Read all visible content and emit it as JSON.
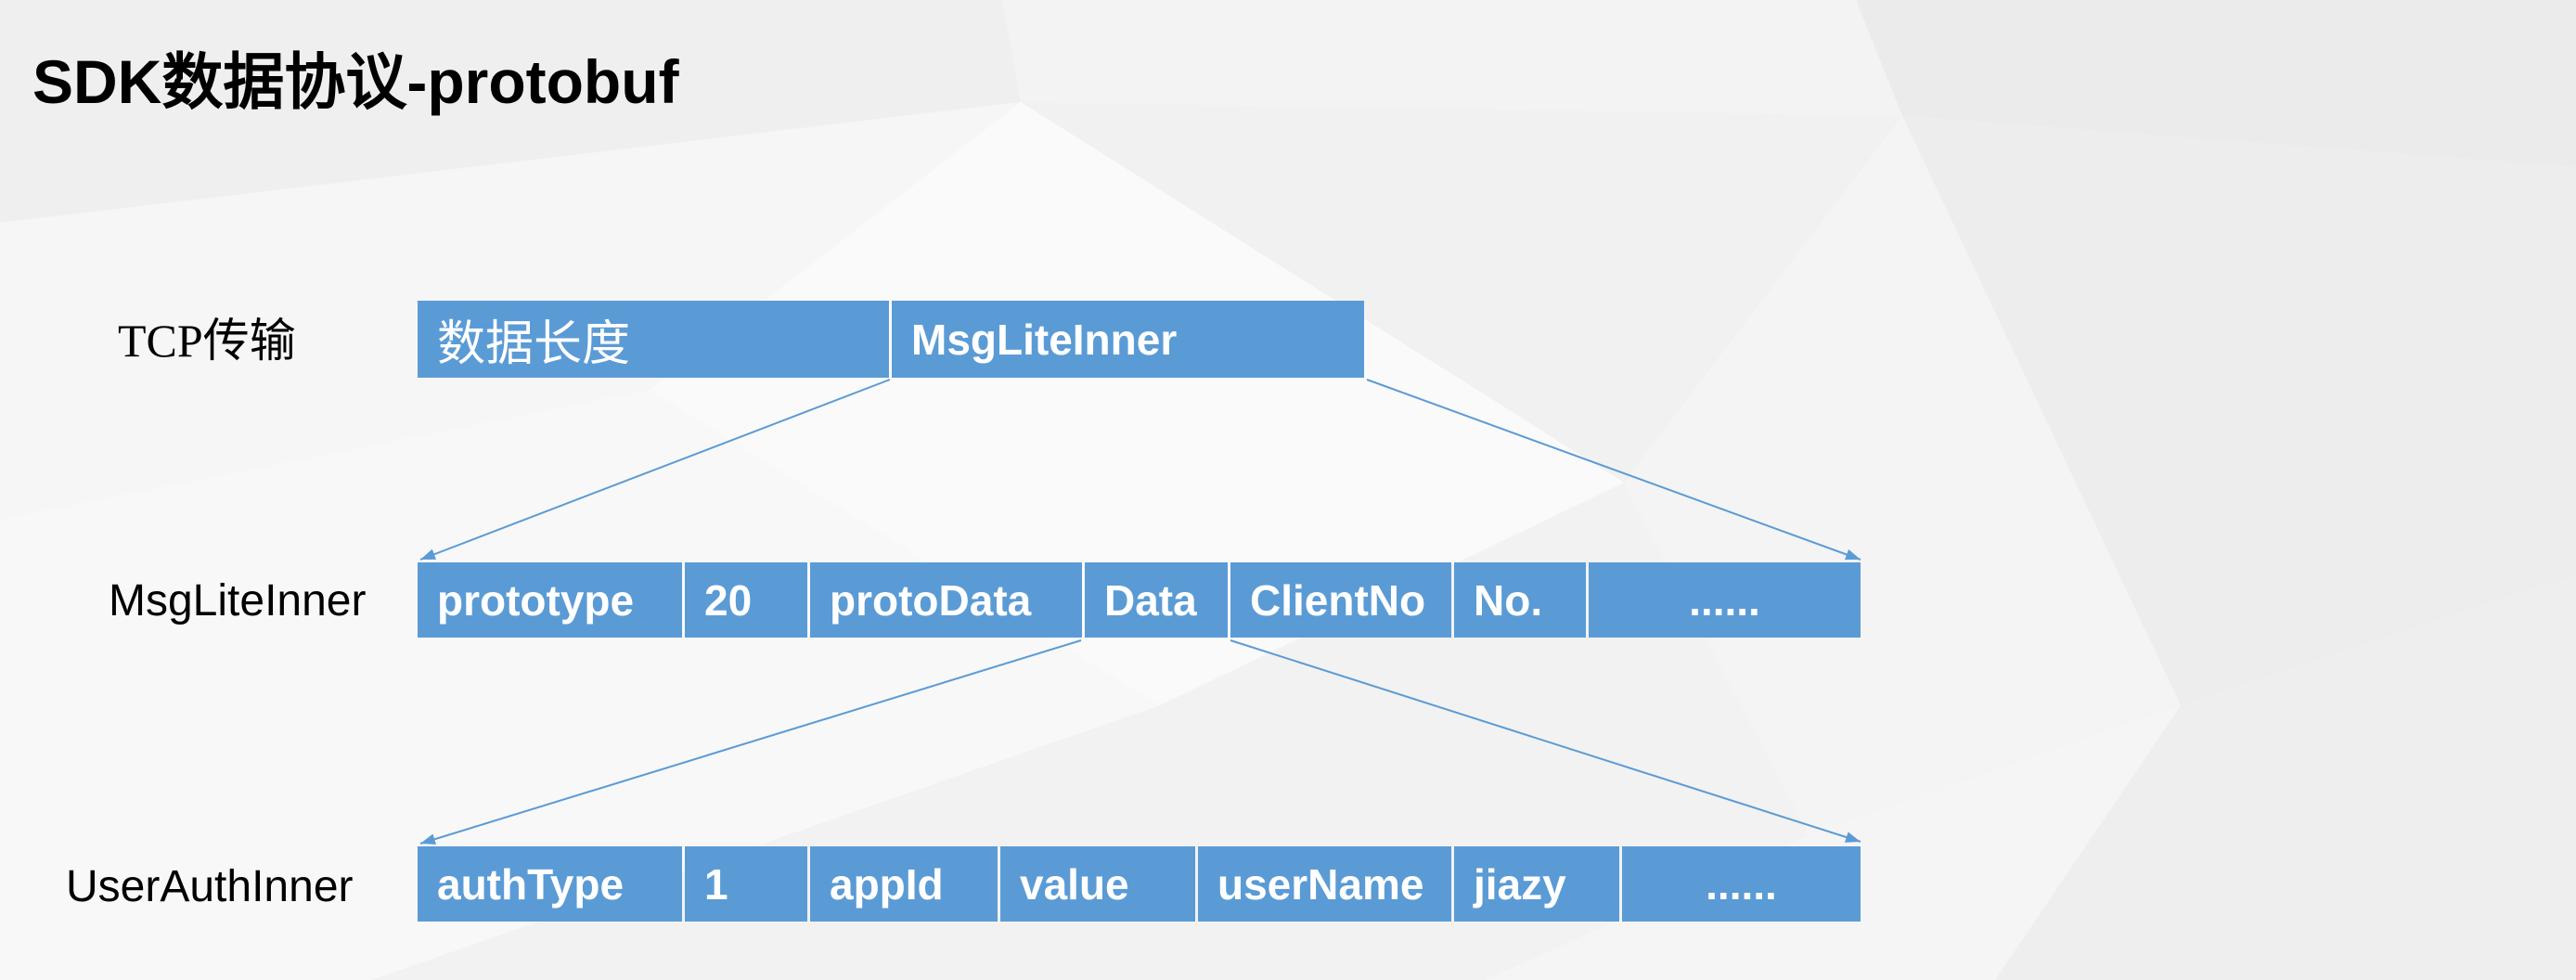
{
  "title": "SDK数据协议-protobuf",
  "colors": {
    "box": "#5b9bd5",
    "arrow": "#5b9bd5",
    "box_text": "#ffffff",
    "text": "#000000"
  },
  "rows": [
    {
      "label": "TCP传输",
      "cells": [
        "数据长度",
        "MsgLiteInner"
      ]
    },
    {
      "label": "MsgLiteInner",
      "cells": [
        "prototype",
        "20",
        "protoData",
        "Data",
        "ClientNo",
        "No.",
        "......"
      ]
    },
    {
      "label": "UserAuthInner",
      "cells": [
        "authType",
        "1",
        "appId",
        "value",
        "userName",
        "jiazy",
        "......"
      ]
    }
  ]
}
